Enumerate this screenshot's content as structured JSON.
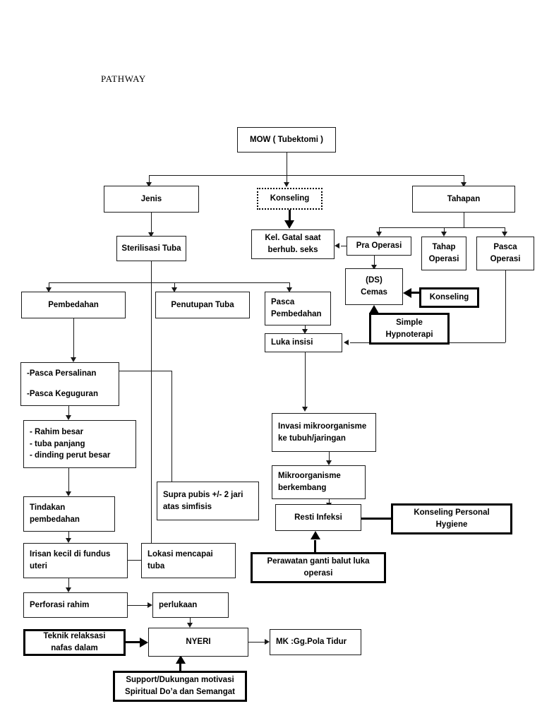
{
  "page": {
    "title": "PATHWAY"
  },
  "nodes": {
    "mow": "MOW ( Tubektomi )",
    "jenis": "Jenis",
    "konseling_top": "Konseling",
    "tahapan": "Tahapan",
    "sterilisasi_tuba": "Sterilisasi Tuba",
    "kel_gatal_l1": "Kel. Gatal saat",
    "kel_gatal_l2": "berhub. seks",
    "pra_operasi": "Pra Operasi",
    "tahap_operasi_l1": "Tahap",
    "tahap_operasi_l2": "Operasi",
    "pasca_operasi_l1": "Pasca",
    "pasca_operasi_l2": "Operasi",
    "ds_cemas_l1": "(DS)",
    "ds_cemas_l2": "Cemas",
    "konseling_ds": "Konseling",
    "simple_hypnoterapi_l1": "Simple",
    "simple_hypnoterapi_l2": "Hypnoterapi",
    "pembedahan": "Pembedahan",
    "penutupan_tuba": "Penutupan Tuba",
    "pasca_pembedahan_l1": "Pasca",
    "pasca_pembedahan_l2": "Pembedahan",
    "luka_insisi": "Luka insisi",
    "pasca_persalinan": "-Pasca Persalinan",
    "pasca_keguguran": "-Pasca Keguguran",
    "gejala_l1": "-  Rahim besar",
    "gejala_l2": "-  tuba panjang",
    "gejala_l3": "-  dinding perut besar",
    "invasi_l1": "Invasi mikroorganisme",
    "invasi_l2": "ke tubuh/jaringan",
    "mikroorganisme_l1": "Mikroorganisme",
    "mikroorganisme_l2": "berkembang",
    "supra_pubis_l1": "Supra pubis +/- 2 jari",
    "supra_pubis_l2": "atas simfisis",
    "tindakan_l1": "Tindakan",
    "tindakan_l2": "pembedahan",
    "resti_infeksi": "Resti Infeksi",
    "konseling_personal_l1": "Konseling Personal",
    "konseling_personal_l2": "Hygiene",
    "irisan_l1": "Irisan kecil di fundus",
    "irisan_l2": "uteri",
    "lokasi_l1": "Lokasi mencapai",
    "lokasi_l2": "tuba",
    "perawatan_l1": "Perawatan ganti balut luka",
    "perawatan_l2": "operasi",
    "perforasi_rahim": "Perforasi rahim",
    "perlukaan": "perlukaan",
    "teknik_l1": "Teknik relaksasi",
    "teknik_l2": "nafas dalam",
    "nyeri": "NYERI",
    "mk_pola_tidur": "MK :Gg.Pola Tidur",
    "support_l1": "Support/Dukungan motivasi",
    "support_l2": "Spiritual Do’a dan Semangat"
  }
}
